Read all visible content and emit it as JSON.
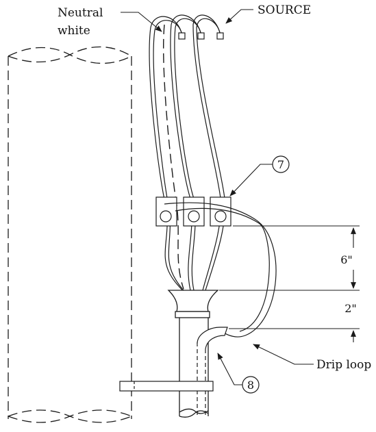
{
  "labels": {
    "neutral_line1": "Neutral",
    "neutral_line2": "white",
    "source": "SOURCE",
    "drip_loop": "Drip loop"
  },
  "dimensions": {
    "upper": "6\"",
    "lower": "2\""
  },
  "callouts": {
    "clamp": "7",
    "bend": "8"
  },
  "colors": {
    "line": "#1a1a1a",
    "background": "#ffffff"
  }
}
